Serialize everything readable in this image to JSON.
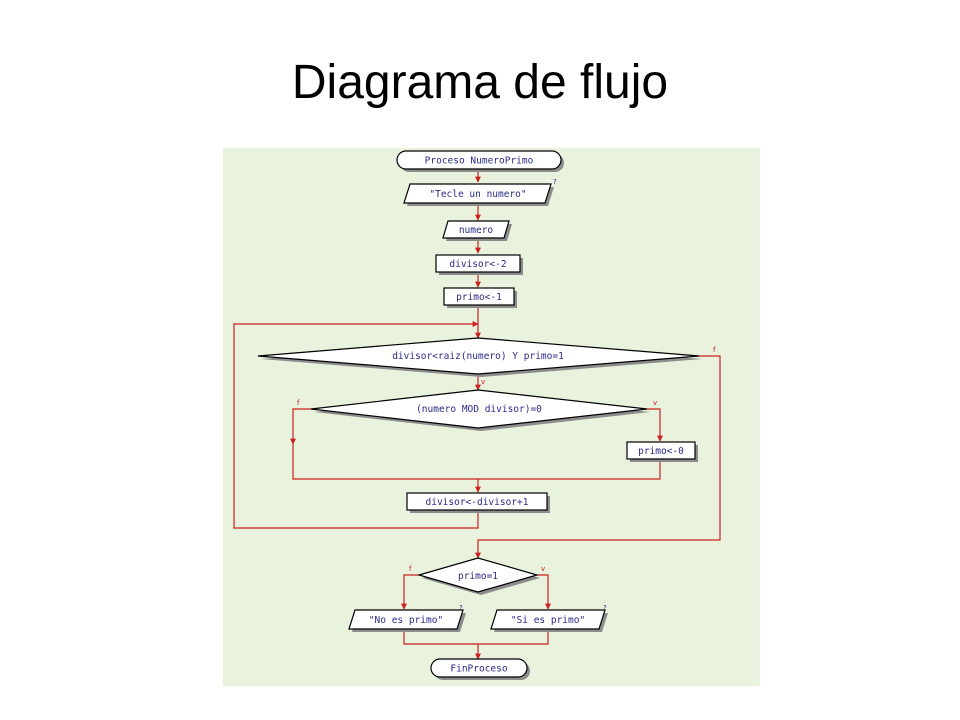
{
  "slide": {
    "title": "Diagrama de flujo"
  },
  "flowchart": {
    "background_color": "#e8f2dc",
    "line_color": "#cc2020",
    "text_color": "#2a2a8a",
    "start": "Proceso NumeroPrimo",
    "prompt_output": "\"Tecle un numero\"",
    "input": "numero",
    "assign_divisor": "divisor<-2",
    "assign_primo": "primo<-1",
    "while_condition": "divisor<raiz(numero) Y primo=1",
    "if_condition": "(numero MOD divisor)=0",
    "assign_primo_zero": "primo<-0",
    "increment_divisor": "divisor<-divisor+1",
    "final_condition": "primo=1",
    "output_no": "\"No es primo\"",
    "output_yes": "\"Si es primo\"",
    "end": "FinProceso",
    "branch_true": "v",
    "branch_false": "f"
  }
}
